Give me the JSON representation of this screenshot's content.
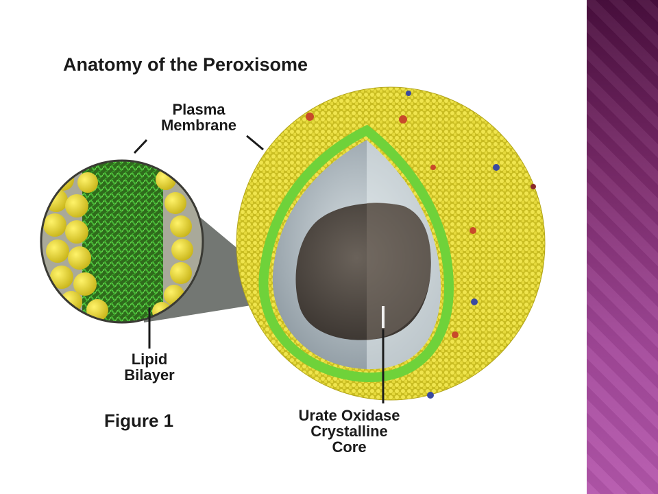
{
  "diagram": {
    "title": "Anatomy of the Peroxisome",
    "labels": {
      "plasma_membrane": [
        "Plasma",
        "Membrane"
      ],
      "lipid_bilayer": [
        "Lipid",
        "Bilayer"
      ],
      "urate_core": [
        "Urate Oxidase",
        "Crystalline",
        "Core"
      ]
    },
    "figure_caption": "Figure 1"
  },
  "colors": {
    "membrane_yellow": "#e2d63a",
    "bilayer_green": "#4cb83a",
    "core_gray": "#5a5248",
    "cavity_gray": "#b9c3c8",
    "side_band_purple": "#8a3a7e"
  }
}
